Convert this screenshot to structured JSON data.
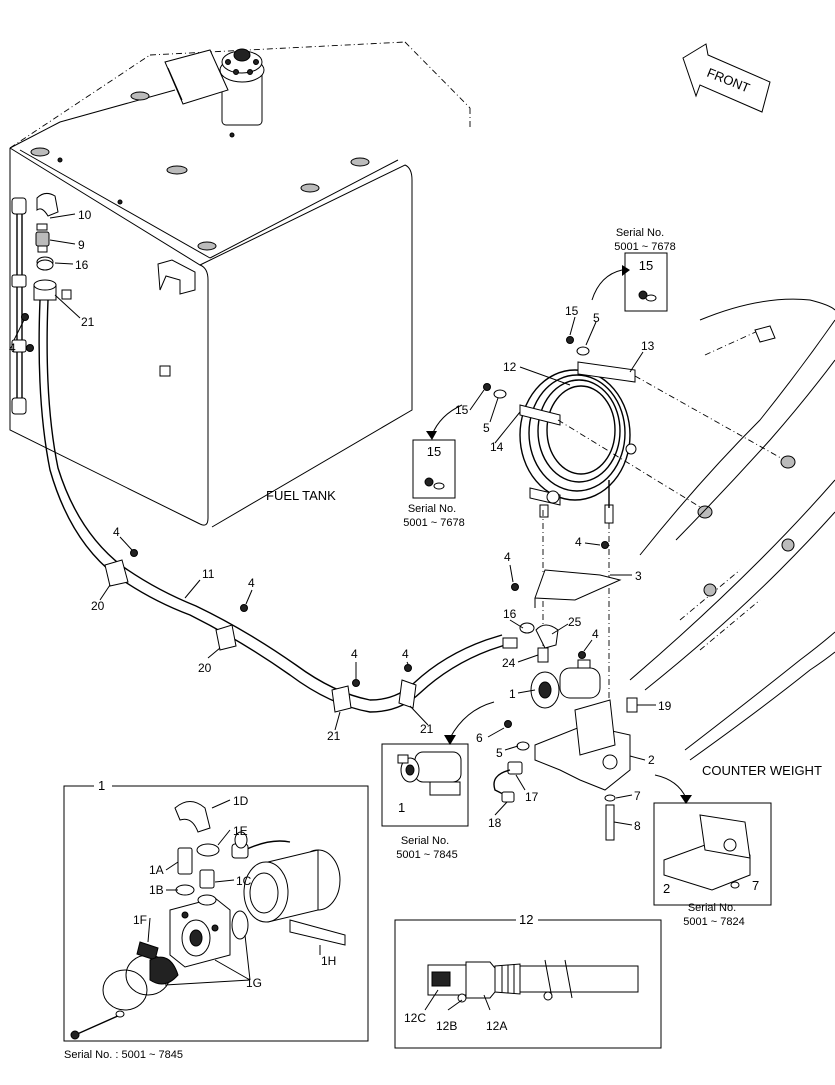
{
  "front_label": "FRONT",
  "fuel_tank_label": "FUEL TANK",
  "counter_weight_label": "COUNTER WEIGHT",
  "callouts": {
    "c10": "10",
    "c9": "9",
    "c16a": "16",
    "c21a": "21",
    "c4a": "4",
    "c15a": "15",
    "c5a": "5",
    "c13": "13",
    "c12": "12",
    "c15b": "15",
    "c5b": "5",
    "c14": "14",
    "c4b": "4",
    "c11": "11",
    "c4c": "4",
    "c20a": "20",
    "c20b": "20",
    "c4d": "4",
    "c4e": "4",
    "c21b": "21",
    "c21c": "21",
    "c4f": "4",
    "c3": "3",
    "c4g": "4",
    "c16b": "16",
    "c25": "25",
    "c24": "24",
    "c4h": "4",
    "c1": "1",
    "c19": "19",
    "c6": "6",
    "c5c": "5",
    "c2": "2",
    "c17": "17",
    "c18": "18",
    "c7": "7",
    "c8": "8"
  },
  "serial_boxes": {
    "top_right": {
      "label": "Serial No.",
      "range": "5001 ~ 7678",
      "part": "15"
    },
    "mid_left": {
      "label": "Serial No.",
      "range": "5001 ~ 7678",
      "part": "15"
    },
    "pump": {
      "label": "Serial No.",
      "range": "5001 ~ 7845",
      "part": "1"
    },
    "bracket": {
      "label": "Serial No.",
      "range": "5001 ~ 7824",
      "part_a": "2",
      "part_b": "7"
    }
  },
  "detail_1": {
    "number": "1",
    "labels": [
      "1D",
      "1E",
      "1A",
      "1C",
      "1B",
      "1F",
      "1H",
      "1G"
    ],
    "serial": "Serial No. : 5001 ~ 7845"
  },
  "detail_12": {
    "number": "12",
    "labels": [
      "12C",
      "12B",
      "12A"
    ]
  }
}
